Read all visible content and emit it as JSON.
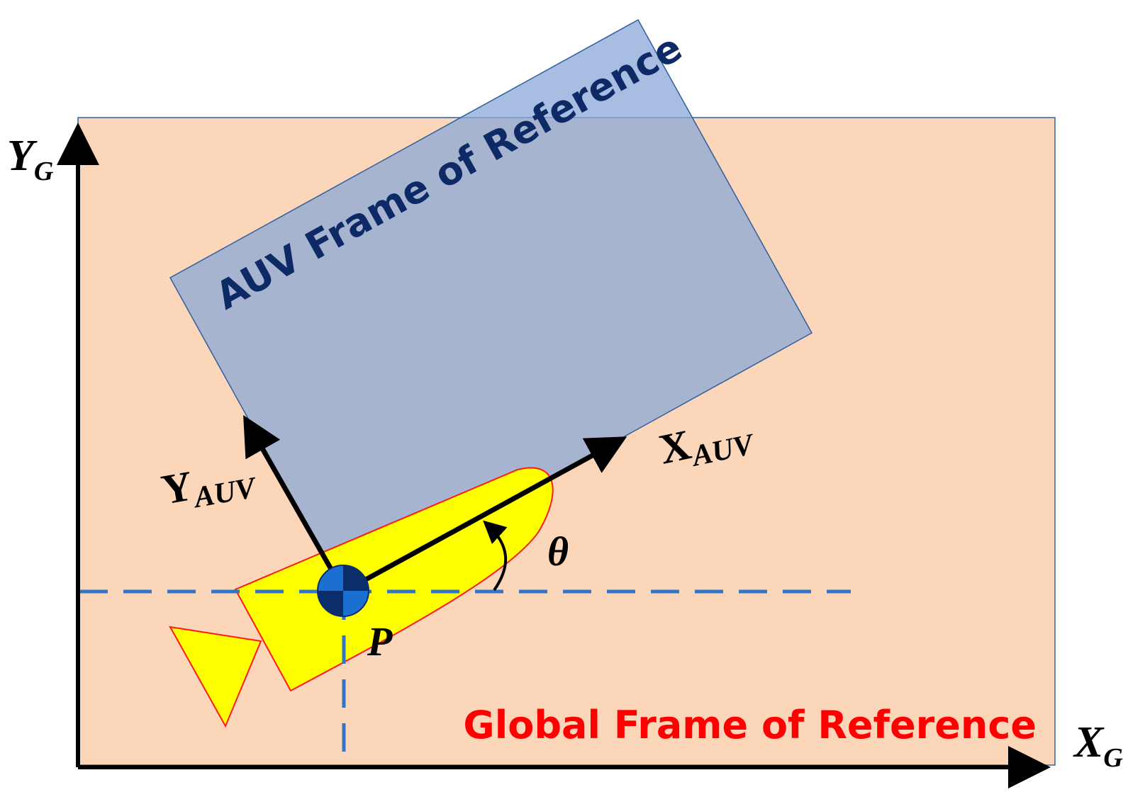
{
  "colors": {
    "global_frame_fill": "#fcd6b8",
    "global_frame_border": "#2f63a8",
    "auv_frame_fill": "#8aa8d8",
    "auv_frame_border": "#2f5f9e",
    "auv_body_fill": "#ffff00",
    "auv_body_outline": "#ff1a1a",
    "axis_color": "#000000",
    "dashed_line_color": "#2f76c9",
    "global_label_color": "#ff0000",
    "auv_label_color": "#0d2a66",
    "point_p_fill": "#1a6fd1"
  },
  "labels": {
    "y_global": {
      "main": "Y",
      "sub": "G"
    },
    "x_global": {
      "main": "X",
      "sub": "G"
    },
    "y_auv": {
      "main": "Y",
      "sub": "AUV"
    },
    "x_auv": {
      "main": "X",
      "sub": "AUV"
    },
    "theta": "θ",
    "point": "P",
    "auv_frame": "AUV Frame of Reference",
    "global_frame": "Global Frame of Reference"
  }
}
